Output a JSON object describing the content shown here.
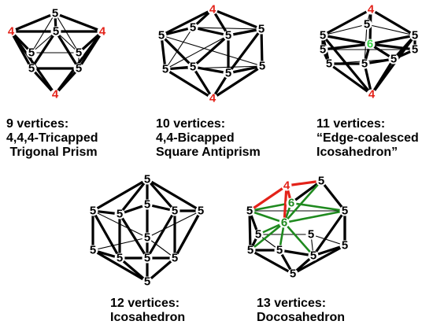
{
  "colors": {
    "edge": "#000000",
    "label_default": "#000000",
    "label_4": "#e32219",
    "label_6_bright": "#3dd44a",
    "label_6_dark": "#1f8a1f",
    "red_edge": "#e32219",
    "green_edge": "#1f8a1f"
  },
  "panels": [
    {
      "caption": [
        "9 vertices:",
        "4,4,4-Tricapped",
        " Trigonal Prism"
      ],
      "vertices": [
        {
          "label": "5",
          "color": "label_default"
        },
        {
          "label": "4",
          "color": "label_4"
        },
        {
          "label": "5",
          "color": "label_default"
        },
        {
          "label": "4",
          "color": "label_4"
        },
        {
          "label": "5",
          "color": "label_default"
        },
        {
          "label": "5",
          "color": "label_default"
        },
        {
          "label": "5",
          "color": "label_default"
        },
        {
          "label": "4",
          "color": "label_4"
        },
        {
          "label": "5",
          "color": "label_default"
        }
      ]
    },
    {
      "caption": [
        "10 vertices:",
        "4,4-Bicapped",
        "Square Antiprism"
      ],
      "vertices": [
        {
          "label": "4",
          "color": "label_4"
        },
        {
          "label": "5",
          "color": "label_default"
        },
        {
          "label": "5",
          "color": "label_default"
        },
        {
          "label": "5",
          "color": "label_default"
        },
        {
          "label": "5",
          "color": "label_default"
        },
        {
          "label": "5",
          "color": "label_default"
        },
        {
          "label": "5",
          "color": "label_default"
        },
        {
          "label": "5",
          "color": "label_default"
        },
        {
          "label": "5",
          "color": "label_default"
        },
        {
          "label": "4",
          "color": "label_4"
        }
      ]
    },
    {
      "caption": [
        "11 vertices:",
        "“Edge-coalesced",
        "Icosahedron”"
      ],
      "vertices": [
        {
          "label": "4",
          "color": "label_4"
        },
        {
          "label": "5",
          "color": "label_default"
        },
        {
          "label": "6",
          "color": "label_6_bright"
        },
        {
          "label": "5",
          "color": "label_default"
        },
        {
          "label": "5",
          "color": "label_default"
        },
        {
          "label": "5",
          "color": "label_default"
        },
        {
          "label": "5",
          "color": "label_default"
        },
        {
          "label": "5",
          "color": "label_default"
        },
        {
          "label": "5",
          "color": "label_default"
        },
        {
          "label": "5",
          "color": "label_default"
        },
        {
          "label": "4",
          "color": "label_4"
        }
      ]
    },
    {
      "caption": [
        "12 vertices:",
        "Icosahedron"
      ],
      "vertices": [
        {
          "label": "5",
          "color": "label_default"
        },
        {
          "label": "5",
          "color": "label_default"
        },
        {
          "label": "5",
          "color": "label_default"
        },
        {
          "label": "5",
          "color": "label_default"
        },
        {
          "label": "5",
          "color": "label_default"
        },
        {
          "label": "5",
          "color": "label_default"
        },
        {
          "label": "5",
          "color": "label_default"
        },
        {
          "label": "5",
          "color": "label_default"
        },
        {
          "label": "5",
          "color": "label_default"
        },
        {
          "label": "5",
          "color": "label_default"
        },
        {
          "label": "5",
          "color": "label_default"
        },
        {
          "label": "5",
          "color": "label_default"
        }
      ]
    },
    {
      "caption": [
        "13 vertices:",
        "Docosahedron"
      ],
      "vertices": [
        {
          "label": "4",
          "color": "label_4"
        },
        {
          "label": "5",
          "color": "label_default"
        },
        {
          "label": "6",
          "color": "label_6_dark"
        },
        {
          "label": "6",
          "color": "label_6_dark"
        },
        {
          "label": "5",
          "color": "label_default"
        },
        {
          "label": "5",
          "color": "label_default"
        },
        {
          "label": "5",
          "color": "label_default"
        },
        {
          "label": "5",
          "color": "label_default"
        },
        {
          "label": "5",
          "color": "label_default"
        },
        {
          "label": "5",
          "color": "label_default"
        },
        {
          "label": "5",
          "color": "label_default"
        },
        {
          "label": "5",
          "color": "label_default"
        },
        {
          "label": "5",
          "color": "label_default"
        }
      ]
    }
  ]
}
